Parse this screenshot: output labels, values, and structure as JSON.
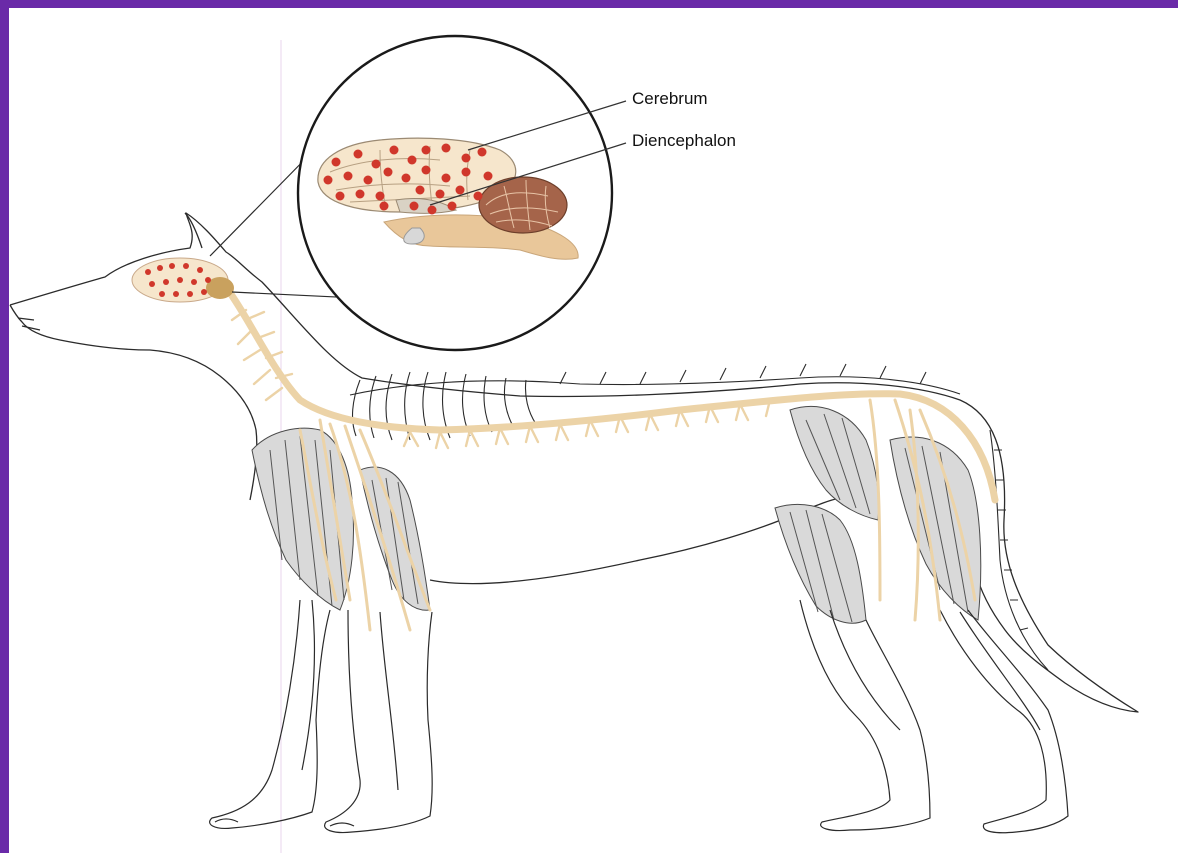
{
  "labels": {
    "cerebrum": "Cerebrum",
    "diencephalon": "Diencephalon"
  },
  "colors": {
    "frame": "#6a2aa8",
    "outline": "#2b2b2b",
    "nerve": "#ecd3a7",
    "neuron_dot": "#d0372b",
    "brain_fill": "#f6e6cc",
    "cerebellum": "#a5644a",
    "brainstem": "#e9c79a",
    "muscle": "#6f6f6f"
  },
  "icons": {
    "magnifier": "magnified-brain-inset"
  }
}
